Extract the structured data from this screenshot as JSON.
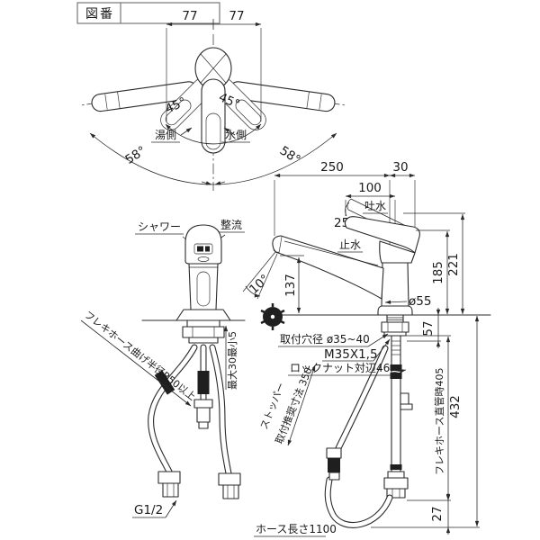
{
  "title_block": {
    "label": "図番"
  },
  "plan_view": {
    "dim_left": "77",
    "dim_right": "77",
    "angle_left": "45°",
    "angle_right": "45°",
    "hot_side": "湯側",
    "cold_side": "水側",
    "swing_left": "58°",
    "swing_right": "58°"
  },
  "front_view": {
    "shower": "シャワー",
    "stream": "整流",
    "hose_bend_note": "フレキホース曲げ半径R50以上",
    "counter_thickness": "最大30最小5",
    "connection_thread": "G1/2"
  },
  "side_view": {
    "dim_reach": "250",
    "dim_rear": "30",
    "dim_lever": "100",
    "discharge": "吐水",
    "stop": "止水",
    "lever_angle": "25°",
    "spout_angle": "10°",
    "dim_spout_height": "137",
    "dim_body_height": "185",
    "dim_total_height": "221",
    "body_dia": "ø55",
    "dim_shank": "57",
    "mount_hole": "取付穴径 ø35~40",
    "thread_spec": "M35X1,5",
    "locknut": "ロックナット対辺46",
    "stopper_l1": "ストッパー",
    "stopper_l2": "取付推奨寸法 350",
    "flex_straight": "フレキホース直管時405",
    "dim_under_total": "432",
    "dim_bottom": "27",
    "hose_length": "ホース長さ1100"
  }
}
